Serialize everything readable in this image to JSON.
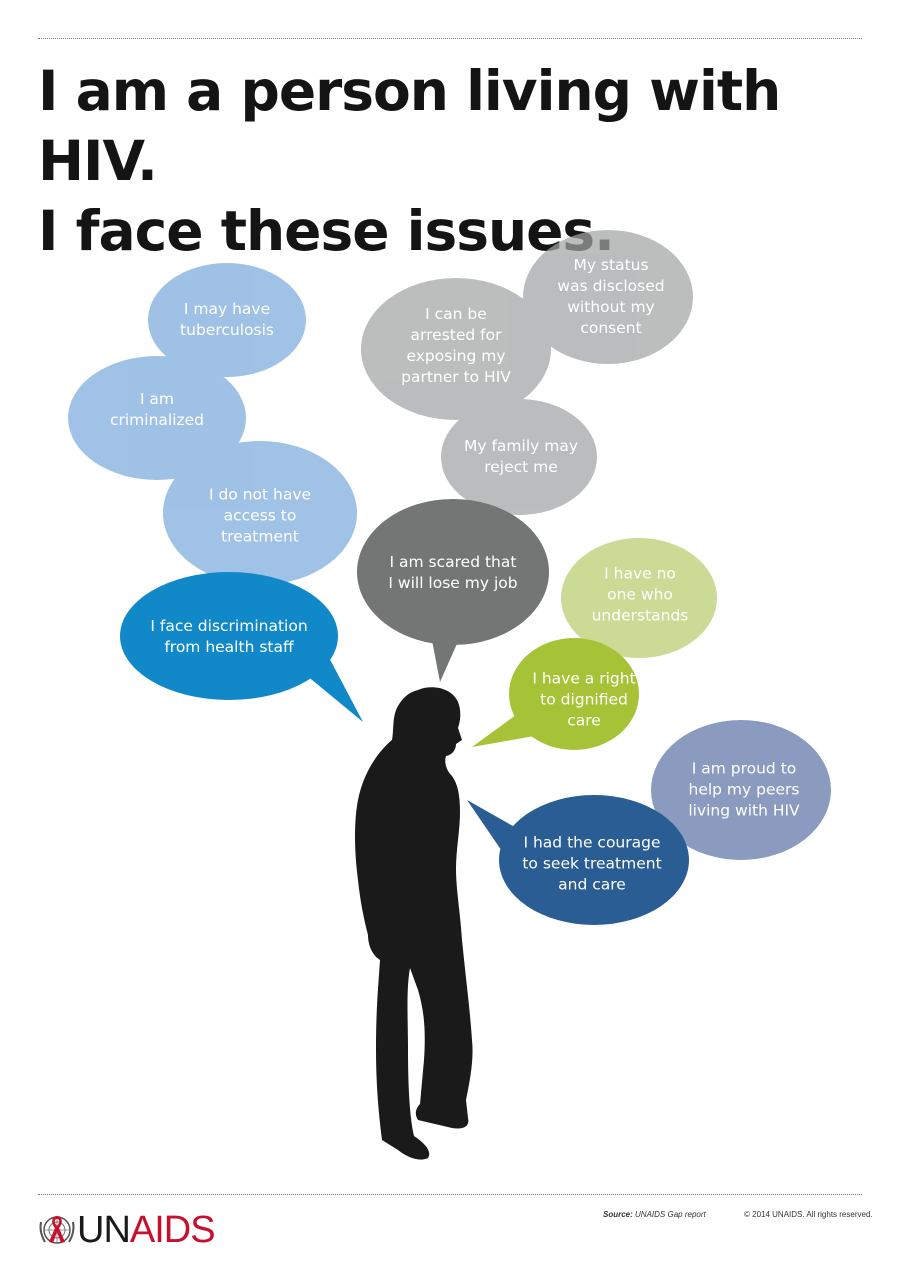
{
  "title": {
    "line1": "I am a person living with HIV.",
    "line2": "I face these issues."
  },
  "colors": {
    "light_blue": "#a3c3e6",
    "light_blue_overlap": "#6ba1d4",
    "bright_blue": "#1189c9",
    "light_grey": "#bdbebf",
    "grey_overlap": "#8c8d8e",
    "dark_grey": "#747575",
    "light_green": "#cbdb95",
    "green": "#a6c337",
    "slate_blue": "#8a9bbf",
    "navy_blue": "#295d93",
    "silhouette": "#1a1a1a",
    "brand_red": "#c8102e"
  },
  "bubbles": [
    {
      "id": "tuberculosis",
      "text": "I may have\ntuberculosis",
      "color": "light_blue"
    },
    {
      "id": "criminalized",
      "text": "I am\ncriminalized",
      "color": "light_blue"
    },
    {
      "id": "no-treatment-access",
      "text": "I do not have\naccess to\ntreatment",
      "color": "light_blue"
    },
    {
      "id": "discrimination",
      "text": "I face discrimination\nfrom health staff",
      "color": "bright_blue"
    },
    {
      "id": "arrested",
      "text": "I can be\narrested for\nexposing my\npartner to HIV",
      "color": "light_grey"
    },
    {
      "id": "status-disclosed",
      "text": "My status\nwas disclosed\nwithout my\nconsent",
      "color": "light_grey"
    },
    {
      "id": "family-reject",
      "text": "My family may\nreject me",
      "color": "light_grey"
    },
    {
      "id": "lose-job",
      "text": "I am scared that\nI will lose my job",
      "color": "dark_grey"
    },
    {
      "id": "no-one-understands",
      "text": "I have no\none who\nunderstands",
      "color": "light_green"
    },
    {
      "id": "dignified-care",
      "text": "I have a right\nto dignified\ncare",
      "color": "green"
    },
    {
      "id": "proud-help-peers",
      "text": "I am proud to\nhelp my peers\nliving with HIV",
      "color": "slate_blue"
    },
    {
      "id": "courage",
      "text": "I had the courage\nto seek treatment\nand care",
      "color": "navy_blue"
    }
  ],
  "footer": {
    "logo_un": "UN",
    "logo_aids": "AIDS",
    "source_label": "Source:",
    "source_text": "UNAIDS Gap report",
    "copyright": "© 2014 UNAIDS. All rights reserved."
  }
}
